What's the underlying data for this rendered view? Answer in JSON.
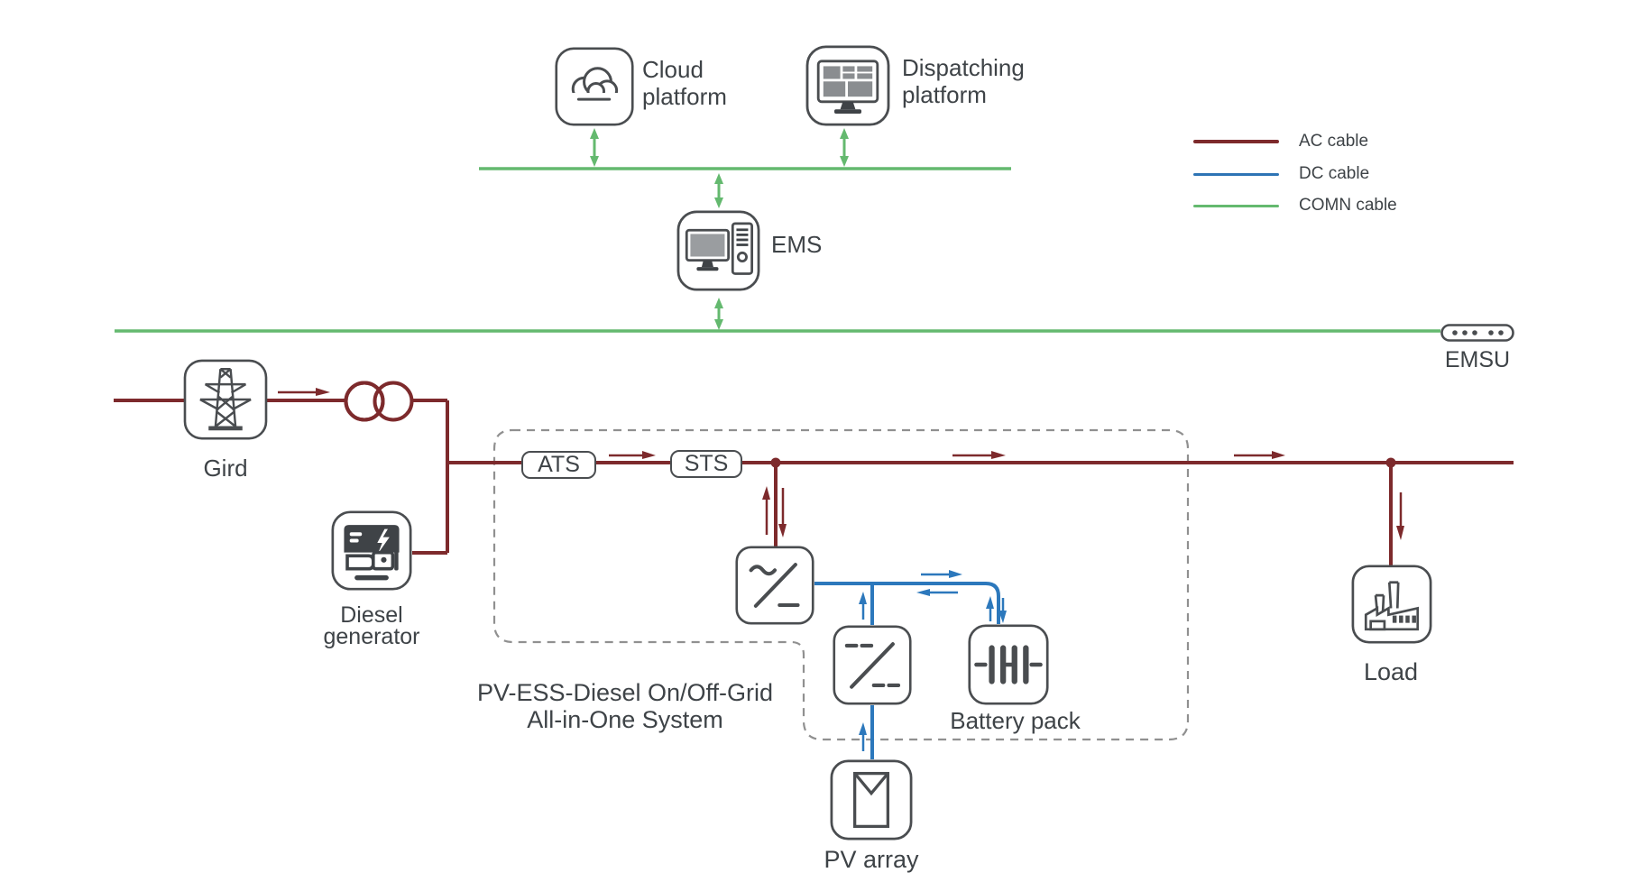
{
  "diagram": {
    "system_label": {
      "line1": "PV-ESS-Diesel On/Off-Grid",
      "line2": "All-in-One System"
    },
    "nodes": {
      "cloud_platform": {
        "line1": "Cloud",
        "line2": "platform"
      },
      "dispatching_platform": {
        "line1": "Dispatching",
        "line2": "platform"
      },
      "ems": {
        "label": "EMS"
      },
      "emsu": {
        "label": "EMSU"
      },
      "grid": {
        "label": "Gird"
      },
      "diesel_generator": {
        "line1": "Diesel",
        "line2": "generator"
      },
      "ats": {
        "label": "ATS"
      },
      "sts": {
        "label": "STS"
      },
      "battery_pack": {
        "label": "Battery pack"
      },
      "pv_array": {
        "label": "PV array"
      },
      "load": {
        "label": "Load"
      }
    },
    "legend": {
      "items": [
        {
          "label": "AC cable",
          "color": "#7d2a2c"
        },
        {
          "label": "DC cable",
          "color": "#2e74b5"
        },
        {
          "label": "COMN cable",
          "color": "#64b96f"
        }
      ]
    },
    "colors": {
      "ac_cable": "#7d2a2c",
      "dc_cable": "#2c78bc",
      "comn_cable": "#64b96f",
      "icon_stroke": "#4a4d50",
      "label_text": "#3e4347",
      "dashed_border": "#909090"
    }
  }
}
